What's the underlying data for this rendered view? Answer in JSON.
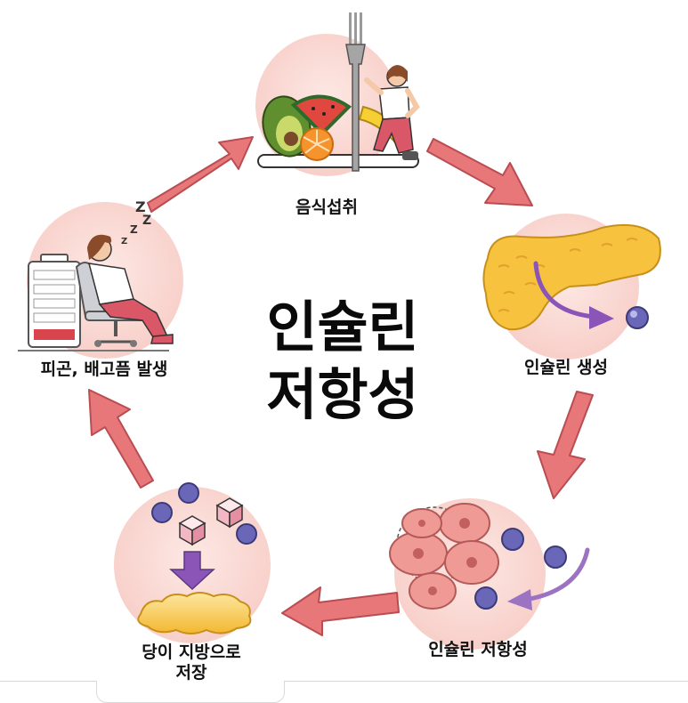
{
  "center": {
    "line1": "인슐린",
    "line2": "저항성"
  },
  "steps": {
    "food": "음식섭취",
    "production": "인슐린 생성",
    "resistance": "인슐린 저항성",
    "storage_line1": "당이 지방으로",
    "storage_line2": "저장",
    "fatigue": "피곤, 배고픔 발생"
  },
  "colors": {
    "arrow": "#e8777a",
    "circle": "#fbdcd8",
    "pancreas": "#f7c33f",
    "cell": "#f09a95",
    "molecule": "#6a67b8",
    "pointer_arrow": "#9c72c2"
  }
}
